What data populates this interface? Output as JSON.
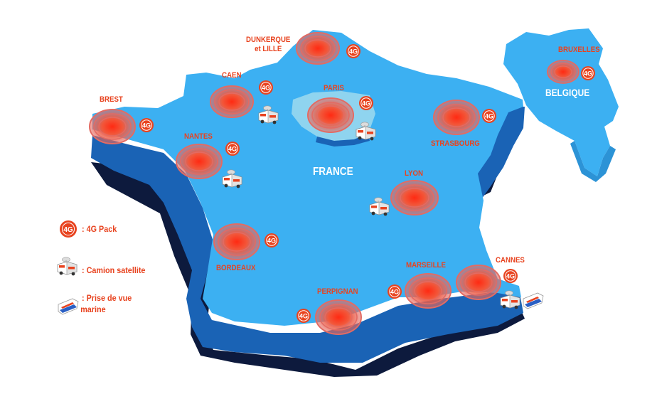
{
  "countries": {
    "france": "FRANCE",
    "belgium": "BELGIQUE"
  },
  "badge_text": "4G",
  "colors": {
    "map_top": "#3cb0f2",
    "map_side": "#1a63b5",
    "shadow": "#0d1a3d",
    "belgium": "#3cb0f2",
    "accent": "#e8431f"
  },
  "cities": {
    "dunkerque_line1": "DUNKERQUE",
    "dunkerque_line2": "et LILLE",
    "caen": "CAEN",
    "paris": "PARIS",
    "brest": "BREST",
    "nantes": "NANTES",
    "strasbourg": "STRASBOURG",
    "lyon": "LYON",
    "bordeaux": "BORDEAUX",
    "marseille": "MARSEILLE",
    "cannes": "CANNES",
    "perpignan": "PERPIGNAN",
    "bruxelles": "BRUXELLES"
  },
  "legend": {
    "pack_4g": ": 4G Pack",
    "truck": ": Camion satellite",
    "boat_line1": ": Prise de vue",
    "boat_line2": "marine"
  },
  "icons": {
    "coverage": "coverage-ring-icon",
    "badge": "4g-badge-icon",
    "truck": "satellite-truck-icon",
    "boat": "boat-icon"
  }
}
